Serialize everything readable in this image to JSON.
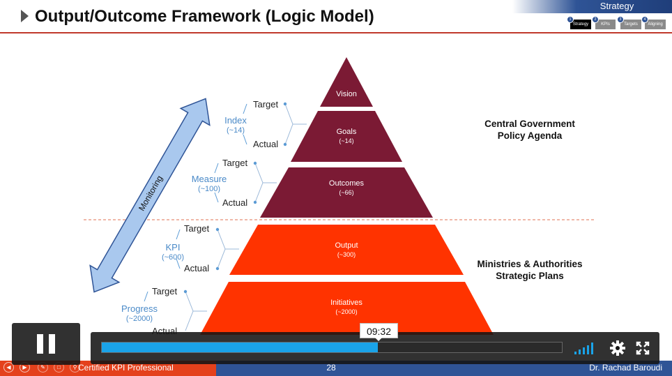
{
  "slide": {
    "title": "Output/Outcome Framework (Logic Model)",
    "section_label": "Strategy",
    "steps": [
      {
        "num": "1",
        "label": "Strategy"
      },
      {
        "num": "2",
        "label": "KPIs"
      },
      {
        "num": "3",
        "label": "Targets"
      },
      {
        "num": "4",
        "label": "Aligning"
      }
    ],
    "pyramid": {
      "vision": {
        "label": "Vision"
      },
      "goals": {
        "label": "Goals",
        "count": "(~14)"
      },
      "outcomes": {
        "label": "Outcomes",
        "count": "(~66)"
      },
      "output": {
        "label": "Output",
        "count": "(~300)"
      },
      "initiatives": {
        "label": "Initiatives",
        "count": "(~2000)"
      }
    },
    "annotations": {
      "index": {
        "target": "Target",
        "name": "Index",
        "count": "(~14)",
        "actual": "Actual"
      },
      "measure": {
        "target": "Target",
        "name": "Measure",
        "count": "(~100)",
        "actual": "Actual"
      },
      "kpi": {
        "target": "Target",
        "name": "KPI",
        "count": "(~600)",
        "actual": "Actual"
      },
      "progress": {
        "target": "Target",
        "name": "Progress",
        "count": "(~2000)",
        "actual": "Actual"
      }
    },
    "monitoring_label": "Monitoring",
    "central_government": "Central  Government\nPolicy Agenda",
    "ministries": "Ministries & Authorities\nStrategic Plans",
    "colors": {
      "upper_tier": "#7b1a34",
      "lower_tier": "#ff3300",
      "arrow_fill": "#a9c8ee",
      "arrow_stroke": "#2f5496"
    }
  },
  "player": {
    "time": "09:32",
    "progress_percent": 60,
    "icons": [
      "pause-icon",
      "volume-icon",
      "settings-icon",
      "fullscreen-icon"
    ]
  },
  "footer": {
    "course": "Certified KPI Professional",
    "page": "28",
    "author": "Dr. Rachad Baroudi"
  }
}
